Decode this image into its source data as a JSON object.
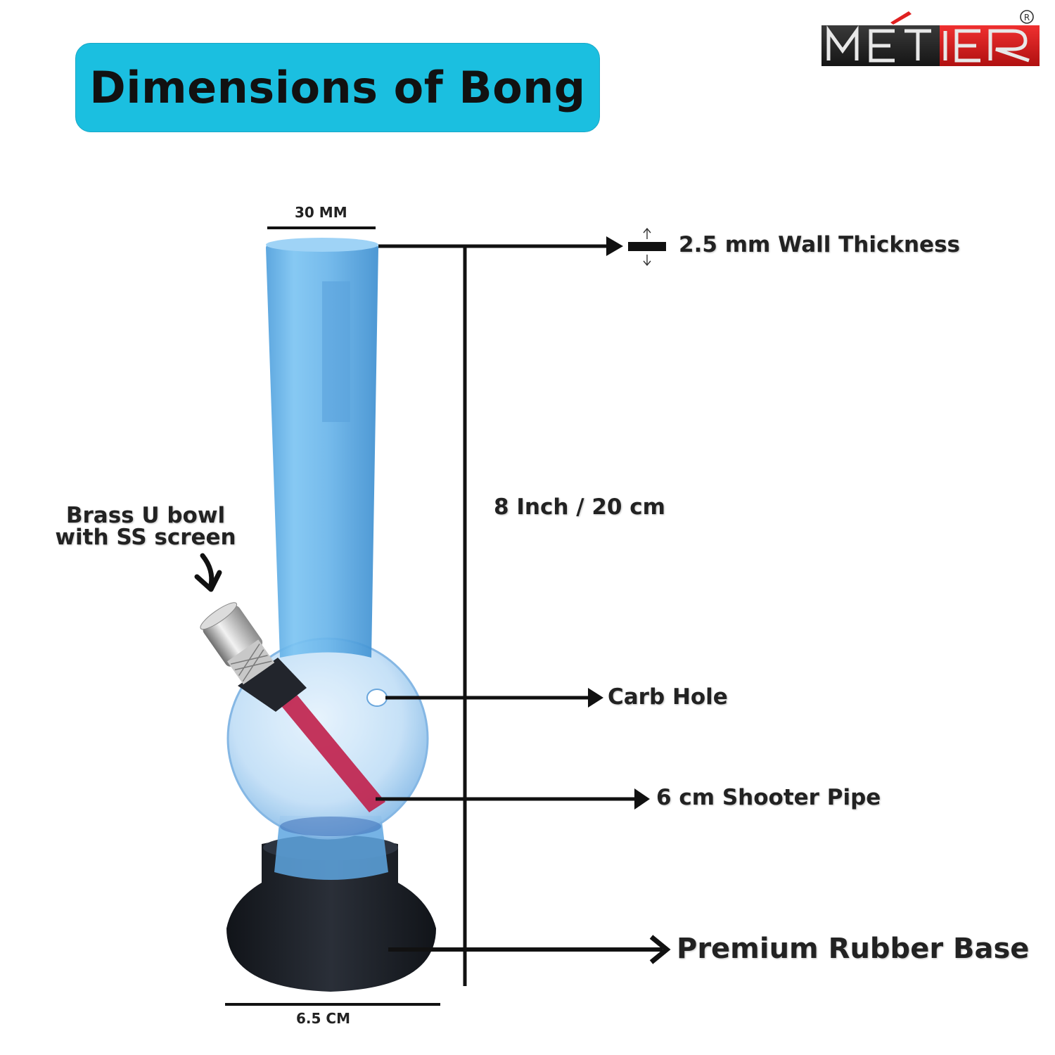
{
  "title": "Dimensions of Bong",
  "brand": {
    "name": "MÉTIER",
    "registered_mark": "R",
    "colors": {
      "dark": "#222222",
      "red": "#e02020"
    }
  },
  "dimensions": {
    "mouth_width": "30 MM",
    "base_width": "6.5 CM",
    "height": "8 Inch / 20 cm",
    "wall_thickness": "2.5 mm Wall Thickness"
  },
  "callouts": {
    "bowl_line1": "Brass U bowl",
    "bowl_line2": "with SS screen",
    "carb_hole": "Carb Hole",
    "shooter_pipe": "6 cm Shooter Pipe",
    "rubber_base": "Premium Rubber Base"
  },
  "colors": {
    "title_bg": "#1bbfe0",
    "tube": "#63b4ea",
    "base": "#1c2028",
    "pipe": "#c01f4a"
  }
}
